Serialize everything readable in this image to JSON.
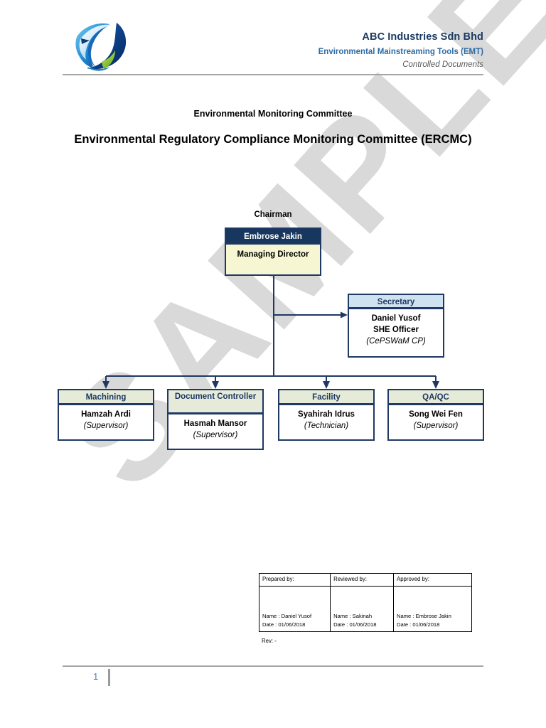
{
  "document": {
    "header": {
      "logo_icon": "bird-wave-logo",
      "company": "ABC Industries Sdn Bhd",
      "subtitle": "Environmental Mainstreaming Tools (EMT)",
      "tagline": "Controlled Documents"
    },
    "committee_label": "Environmental Monitoring Committee",
    "title": "Environmental Regulatory Compliance Monitoring Committee (ERCMC)",
    "watermark": "SAMPLE",
    "footer": {
      "page_number": "1"
    }
  },
  "org_chart": {
    "chairman_caption": "Chairman",
    "chairman": {
      "name": "Embrose Jakin",
      "title": "Managing Director"
    },
    "secretary": {
      "label": "Secretary",
      "name": "Daniel Yusof",
      "position": "SHE Officer",
      "credential": "(CePSWaM CP)"
    },
    "departments": [
      {
        "label": "Machining",
        "name": "Hamzah Ardi",
        "role": "(Supervisor)"
      },
      {
        "label": "Document Controller",
        "name": "Hasmah Mansor",
        "role": "(Supervisor)"
      },
      {
        "label": "Facility",
        "name": "Syahirah Idrus",
        "role": "(Technician)"
      },
      {
        "label": "QA/QC",
        "name": "Song Wei Fen",
        "role": "(Supervisor)"
      }
    ]
  },
  "signature_table": {
    "columns": [
      {
        "heading": "Prepared by:",
        "name": "Name : Daniel  Yusof",
        "date": "Date : 01/06/2018"
      },
      {
        "heading": "Reviewed by:",
        "name": "Name : Sakinah",
        "date": "Date : 01/06/2018"
      },
      {
        "heading": "Approved by:",
        "name": "Name : Embrose  Jakin",
        "date": "Date : 01/06/2018"
      }
    ],
    "revision": "Rev: -"
  },
  "colors": {
    "chairman_header_bg": "#17375e",
    "chairman_body_bg": "#f7f6d3",
    "secretary_header_bg": "#cfe2f0",
    "department_header_bg": "#e5ebd8",
    "border": "#1f3864",
    "company_text": "#1b3a63",
    "subtitle_text": "#2e6ca4",
    "tagline_text": "#5a5a5a",
    "watermark": "#d9d9d9",
    "page_number": "#4a7ebb",
    "rule": "#a6a6a6"
  }
}
